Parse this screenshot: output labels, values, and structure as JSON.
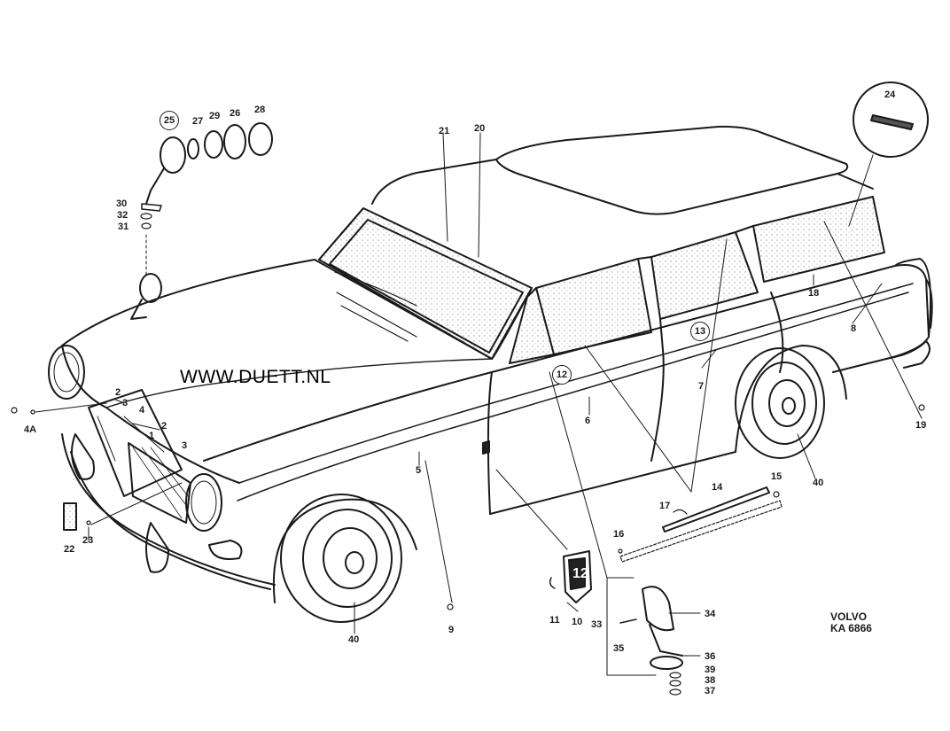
{
  "watermark": "WWW.DUETT.NL",
  "diagram_code": {
    "make": "VOLVO",
    "ref": "KA 6866"
  },
  "callouts": {
    "c1": "1",
    "c2a": "2",
    "c2b": "2",
    "c3a": "3",
    "c3b": "3",
    "c4": "4",
    "c4a": "4A",
    "c5": "5",
    "c6": "6",
    "c7": "7",
    "c8": "8",
    "c9": "9",
    "c10": "10",
    "c11": "11",
    "c12": "12",
    "c13": "13",
    "c14": "14",
    "c15": "15",
    "c16": "16",
    "c17": "17",
    "c18": "18",
    "c19": "19",
    "c20": "20",
    "c21": "21",
    "c22": "22",
    "c23": "23",
    "c24": "24",
    "c25": "25",
    "c26": "26",
    "c27": "27",
    "c28": "28",
    "c29": "29",
    "c30": "30",
    "c31": "31",
    "c32": "32",
    "c33": "33",
    "c34": "34",
    "c35": "35",
    "c36": "36",
    "c37": "37",
    "c38": "38",
    "c39": "39",
    "c40a": "40",
    "c40b": "40"
  },
  "badge_text": "12"
}
